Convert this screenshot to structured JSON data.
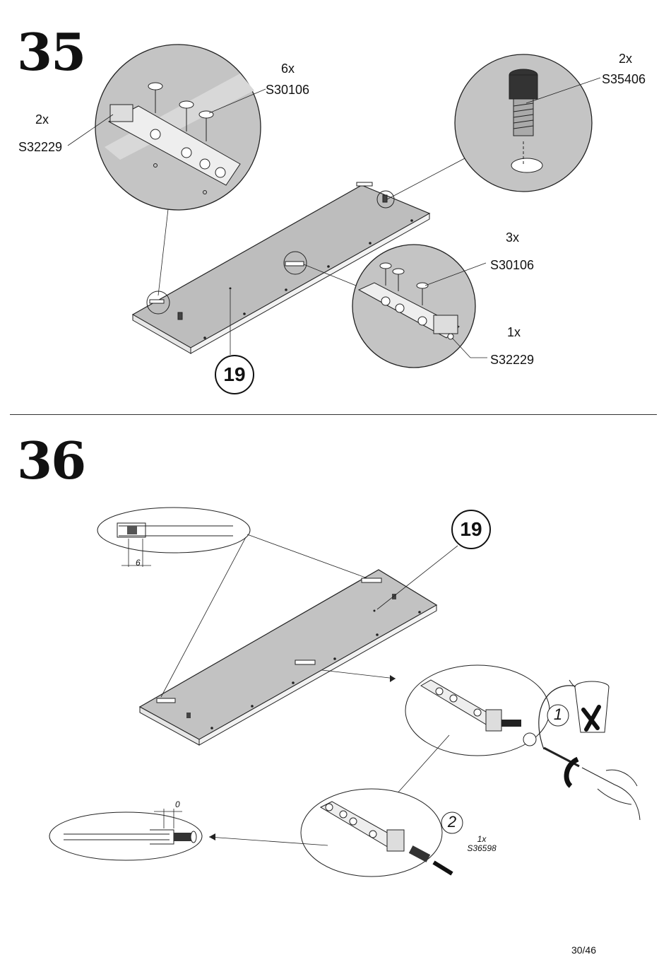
{
  "steps": [
    {
      "number": "35",
      "callouts": {
        "left_screws_qty": "6x",
        "left_screws_code": "S30106",
        "left_bracket_qty": "2x",
        "left_bracket_code": "S32229",
        "foot_qty": "2x",
        "foot_code": "S35406",
        "right_screws_qty": "3x",
        "right_screws_code": "S30106",
        "right_bracket_qty": "1x",
        "right_bracket_code": "S32229"
      },
      "part_label": "19"
    },
    {
      "number": "36",
      "part_label": "19",
      "dimension_a": "6",
      "dimension_b": "0",
      "sub_step_1": "1",
      "sub_step_2": "2",
      "screw_qty": "1x",
      "screw_code": "S36598"
    }
  ],
  "page_number": "30/46"
}
